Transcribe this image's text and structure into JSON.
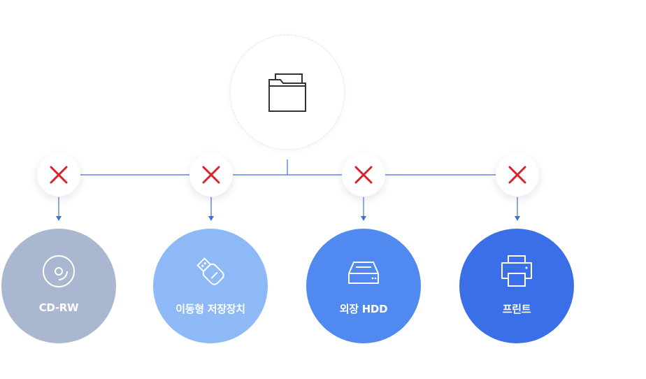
{
  "source": {
    "icon": "folder-icon"
  },
  "blocked_icon": "red-x-icon",
  "colors": {
    "connector": "#3f6fe0",
    "block_x": "#d9232d",
    "source_icon": "#333333"
  },
  "devices": [
    {
      "label": "CD-RW",
      "icon": "disc-icon",
      "color": "#a9b8d0"
    },
    {
      "label": "이동형 저장장치",
      "icon": "usb-drive-icon",
      "color": "#8db9f6"
    },
    {
      "label": "외장 HDD",
      "icon": "hard-drive-icon",
      "color": "#5089ef"
    },
    {
      "label": "프린트",
      "icon": "printer-icon",
      "color": "#3a6fe8"
    }
  ]
}
